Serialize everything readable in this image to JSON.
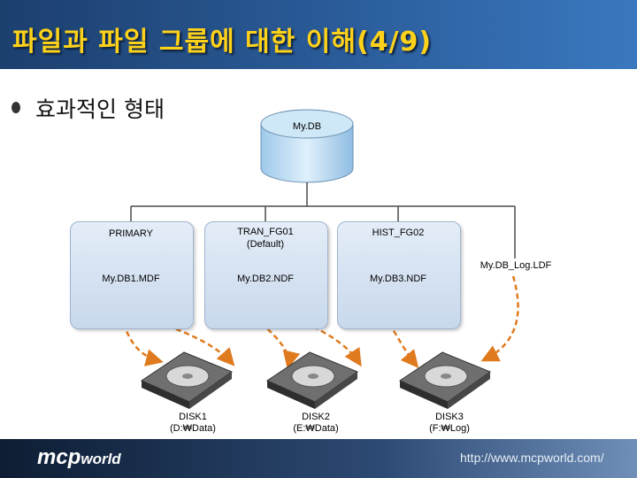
{
  "header": {
    "title": "파일과 파일 그룹에 대한 이해(4/9)"
  },
  "bullet": {
    "text": "효과적인 형태"
  },
  "database": {
    "name": "My.DB"
  },
  "filegroups": [
    {
      "name": "PRIMARY",
      "subtitle": "",
      "file": "My.DB1.MDF"
    },
    {
      "name": "TRAN_FG01",
      "subtitle": "(Default)",
      "file": "My.DB2.NDF"
    },
    {
      "name": "HIST_FG02",
      "subtitle": "",
      "file": "My.DB3.NDF"
    }
  ],
  "log_file": "My.DB_Log.LDF",
  "disks": [
    {
      "name": "DISK1",
      "path": "(D:₩Data)"
    },
    {
      "name": "DISK2",
      "path": "(E:₩Data)"
    },
    {
      "name": "DISK3",
      "path": "(F:₩Log)"
    }
  ],
  "footer": {
    "brand_main": "mcp",
    "brand_sub": "world",
    "url": "http://www.mcpworld.com/"
  },
  "colors": {
    "title": "#ffd21a",
    "title_bar": "#2b5d9b",
    "arrow": "#e07a1e",
    "group_fill": "#d6e3f2"
  }
}
